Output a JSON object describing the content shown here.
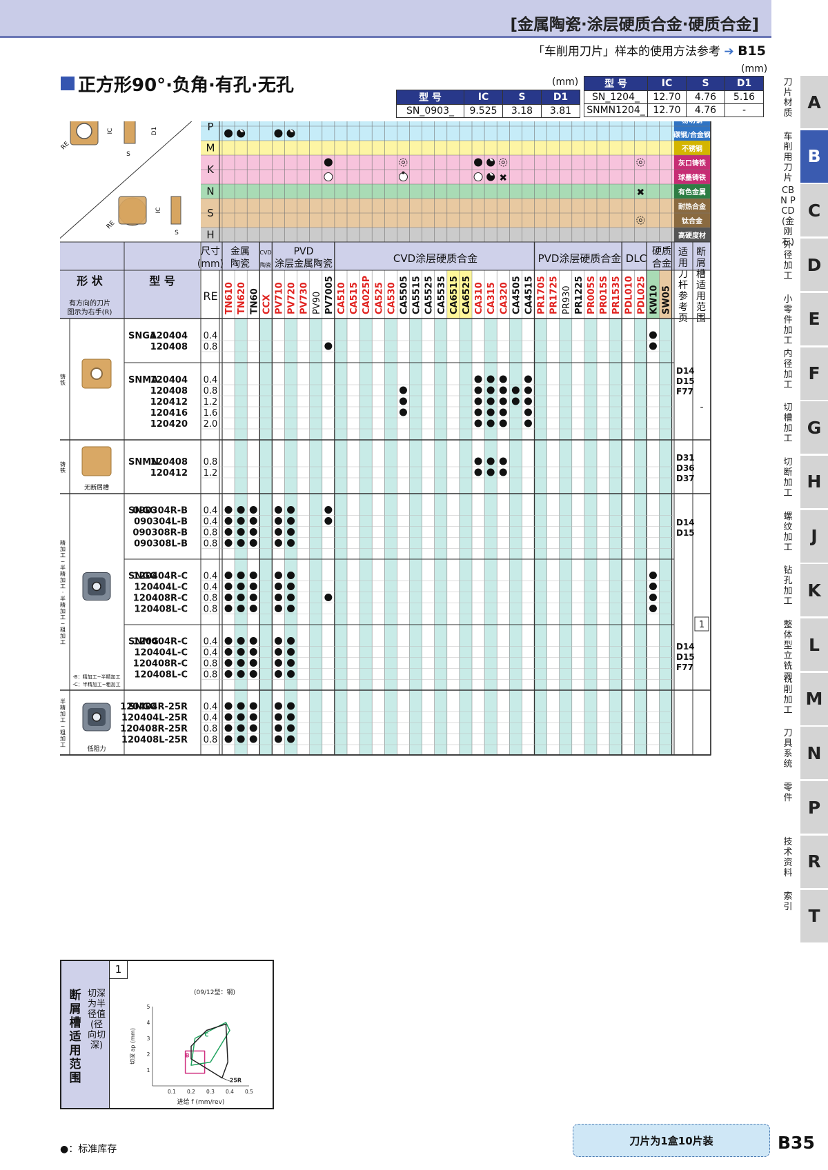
{
  "header": {
    "title": "[金属陶瓷·涂层硬质合金·硬质合金]",
    "ref_text": "「车削用刀片」样本的使用方法参考",
    "ref_page": "B15",
    "mm_label_right": "(mm)",
    "mm_label_left": "(mm)"
  },
  "section_title": "正方形90°·负角·有孔·无孔",
  "spec_tables": {
    "left": {
      "headers": [
        "型 号",
        "IC",
        "S",
        "D1"
      ],
      "rows": [
        [
          "SN_0903_",
          "9.525",
          "3.18",
          "3.81"
        ]
      ]
    },
    "right": {
      "headers": [
        "型 号",
        "IC",
        "S",
        "D1"
      ],
      "rows": [
        [
          "SN_1204_",
          "12.70",
          "4.76",
          "5.16"
        ],
        [
          "SNMN1204_",
          "12.70",
          "4.76",
          "-"
        ]
      ]
    }
  },
  "diagram_labels": {
    "re": "RE",
    "ic": "IC",
    "s": "S",
    "d1": "D1"
  },
  "workpieces": [
    {
      "letter": "P",
      "color": "#c6ecf8",
      "rows": [
        {
          "label": "易切钢"
        },
        {
          "label": "碳钢/合金钢"
        }
      ]
    },
    {
      "letter": "M",
      "color": "#fdf5a4",
      "rows": [
        {
          "label": "不锈钢"
        }
      ]
    },
    {
      "letter": "K",
      "color": "#f7c3dc",
      "rows": [
        {
          "label": "灰口铸铁"
        },
        {
          "label": "球墨铸铁"
        }
      ]
    },
    {
      "letter": "N",
      "color": "#a9dbb5",
      "rows": [
        {
          "label": "有色金属"
        }
      ]
    },
    {
      "letter": "S",
      "color": "#e8c9a1",
      "rows": [
        {
          "label": "耐热合金"
        },
        {
          "label": "钛合金"
        }
      ]
    },
    {
      "letter": "H",
      "color": "#cbcbcb",
      "rows": [
        {
          "label": "高硬度材"
        }
      ]
    }
  ],
  "material_marks": [
    {
      "row": 1,
      "col": 0,
      "m": "dot"
    },
    {
      "row": 1,
      "col": 1,
      "m": "half"
    },
    {
      "row": 1,
      "col": 4,
      "m": "dot"
    },
    {
      "row": 1,
      "col": 5,
      "m": "half"
    },
    {
      "row": 3,
      "col": 8,
      "m": "dot"
    },
    {
      "row": 3,
      "col": 14,
      "m": "gear"
    },
    {
      "row": 3,
      "col": 20,
      "m": "dot"
    },
    {
      "row": 3,
      "col": 21,
      "m": "half"
    },
    {
      "row": 3,
      "col": 22,
      "m": "gear"
    },
    {
      "row": 3,
      "col": 33,
      "m": "gear"
    },
    {
      "row": 4,
      "col": 8,
      "m": "circ"
    },
    {
      "row": 4,
      "col": 14,
      "m": "cring"
    },
    {
      "row": 4,
      "col": 20,
      "m": "circ"
    },
    {
      "row": 4,
      "col": 21,
      "m": "half"
    },
    {
      "row": 4,
      "col": 22,
      "m": "x"
    },
    {
      "row": 5,
      "col": 33,
      "m": "x"
    },
    {
      "row": 7,
      "col": 33,
      "m": "gear"
    }
  ],
  "col_groups": [
    {
      "label": "尺寸 (mm)"
    },
    {
      "label": "金属 陶瓷"
    },
    {
      "label": "CVD 陶瓷"
    },
    {
      "label": "PVD 涂层金属陶瓷"
    },
    {
      "label": "CVD涂层硬质合金"
    },
    {
      "label": "PVD涂层硬质合金"
    },
    {
      "label": "DLC"
    },
    {
      "label": "硬质 合金"
    },
    {
      "label": "适用刀杆参考页"
    },
    {
      "label": "断屑槽适用范围"
    }
  ],
  "grades": [
    {
      "name": "TN610",
      "color": "#e0221f"
    },
    {
      "name": "TN620",
      "color": "#e0221f"
    },
    {
      "name": "TN60",
      "color": "#111111"
    },
    {
      "name": "CCX",
      "color": "#e0221f"
    },
    {
      "name": "PV710",
      "color": "#e0221f"
    },
    {
      "name": "PV720",
      "color": "#e0221f"
    },
    {
      "name": "PV730",
      "color": "#e0221f"
    },
    {
      "name": "PV90",
      "color": "#111111"
    },
    {
      "name": "PV7005",
      "color": "#111111"
    },
    {
      "name": "CA510",
      "color": "#e0221f"
    },
    {
      "name": "CA515",
      "color": "#e0221f"
    },
    {
      "name": "CA025P",
      "color": "#e0221f"
    },
    {
      "name": "CA525",
      "color": "#e0221f"
    },
    {
      "name": "CA530",
      "color": "#e0221f"
    },
    {
      "name": "CA5505",
      "color": "#111111"
    },
    {
      "name": "CA5515",
      "color": "#111111"
    },
    {
      "name": "CA5525",
      "color": "#111111"
    },
    {
      "name": "CA5535",
      "color": "#111111"
    },
    {
      "name": "CA6515",
      "color": "#111111"
    },
    {
      "name": "CA6525",
      "color": "#111111"
    },
    {
      "name": "CA310",
      "color": "#e0221f"
    },
    {
      "name": "CA315",
      "color": "#e0221f"
    },
    {
      "name": "CA320",
      "color": "#e0221f"
    },
    {
      "name": "CA4505",
      "color": "#111111"
    },
    {
      "name": "CA4515",
      "color": "#111111"
    },
    {
      "name": "PR1705",
      "color": "#e0221f"
    },
    {
      "name": "PR1725",
      "color": "#e0221f"
    },
    {
      "name": "PR930",
      "color": "#111111"
    },
    {
      "name": "PR1225",
      "color": "#111111"
    },
    {
      "name": "PR005S",
      "color": "#e0221f"
    },
    {
      "name": "PR015S",
      "color": "#e0221f"
    },
    {
      "name": "PR1535",
      "color": "#e0221f"
    },
    {
      "name": "PDL010",
      "color": "#e0221f"
    },
    {
      "name": "PDL025",
      "color": "#e0221f"
    },
    {
      "name": "KW10",
      "color": "#111111"
    },
    {
      "name": "SW05",
      "color": "#111111"
    }
  ],
  "table_header": {
    "shape": "形 状",
    "shape_note": "有方向的刀片 图示为右手(R)",
    "model": "型 号",
    "re": "RE"
  },
  "groups": [
    {
      "side": "铸铁",
      "image": "gold-hole",
      "caption": "",
      "y0": 462,
      "y1": 638,
      "blocks": [
        {
          "rows": [
            {
              "series": "SNGA",
              "num": "120404",
              "re": "0.4",
              "marks": [
                34
              ]
            },
            {
              "series": "",
              "num": "120408",
              "re": "0.8",
              "marks": [
                8,
                34
              ]
            }
          ],
          "ref": ""
        },
        {
          "rows": [
            {
              "series": "SNMA",
              "num": "120404",
              "re": "0.4",
              "marks": [
                20,
                21,
                22,
                24
              ]
            },
            {
              "series": "",
              "num": "120408",
              "re": "0.8",
              "marks": [
                14,
                20,
                21,
                22,
                23,
                24
              ]
            },
            {
              "series": "",
              "num": "120412",
              "re": "1.2",
              "marks": [
                14,
                20,
                21,
                22,
                23,
                24
              ]
            },
            {
              "series": "",
              "num": "120416",
              "re": "1.6",
              "marks": [
                14,
                20,
                21,
                22,
                24
              ]
            },
            {
              "series": "",
              "num": "120420",
              "re": "2.0",
              "marks": [
                20,
                21,
                22,
                24
              ]
            }
          ],
          "ref": ""
        }
      ]
    },
    {
      "side": "铸铁",
      "image": "gold-plain",
      "caption": "无断屑槽",
      "y0": 638,
      "y1": 716,
      "blocks": [
        {
          "rows": [
            {
              "series": "SNMN",
              "num": "120408",
              "re": "0.8",
              "marks": [
                20,
                21,
                22
              ]
            },
            {
              "series": "",
              "num": "120412",
              "re": "1.2",
              "marks": [
                20,
                21,
                22
              ]
            }
          ],
          "ref": ""
        }
      ]
    },
    {
      "side": "精加工~半精加工·半精加工~粗加工",
      "image": "gray-hole",
      "caption": "-B：精加工~半精加工 -C：半精加工~粗加工",
      "y0": 716,
      "y1": 1001,
      "blocks": [
        {
          "rows": [
            {
              "series": "SNGG",
              "num": "090304R-B",
              "re": "0.4",
              "marks": [
                0,
                1,
                2,
                4,
                5,
                8
              ]
            },
            {
              "series": "",
              "num": "090304L-B",
              "re": "0.4",
              "marks": [
                0,
                1,
                2,
                4,
                5,
                8
              ]
            },
            {
              "series": "",
              "num": "090308R-B",
              "re": "0.8",
              "marks": [
                0,
                1,
                2,
                4,
                5
              ]
            },
            {
              "series": "",
              "num": "090308L-B",
              "re": "0.8",
              "marks": [
                0,
                1,
                2,
                4,
                5
              ]
            }
          ],
          "ref": "D14 D15"
        },
        {
          "rows": [
            {
              "series": "SNGG",
              "num": "120404R-C",
              "re": "0.4",
              "marks": [
                0,
                1,
                2,
                4,
                5,
                34
              ]
            },
            {
              "series": "",
              "num": "120404L-C",
              "re": "0.4",
              "marks": [
                0,
                1,
                2,
                4,
                5,
                34
              ]
            },
            {
              "series": "",
              "num": "120408R-C",
              "re": "0.8",
              "marks": [
                0,
                1,
                2,
                4,
                5,
                8,
                34
              ]
            },
            {
              "series": "",
              "num": "120408L-C",
              "re": "0.8",
              "marks": [
                0,
                1,
                2,
                4,
                5,
                34
              ]
            }
          ],
          "ref": ""
        },
        {
          "rows": [
            {
              "series": "SNMG",
              "num": "120404R-C",
              "re": "0.4",
              "marks": [
                0,
                1,
                2,
                4,
                5
              ]
            },
            {
              "series": "",
              "num": "120404L-C",
              "re": "0.4",
              "marks": [
                0,
                1,
                2,
                4,
                5
              ]
            },
            {
              "series": "",
              "num": "120408R-C",
              "re": "0.8",
              "marks": [
                0,
                1,
                2,
                4,
                5
              ]
            },
            {
              "series": "",
              "num": "120408L-C",
              "re": "0.8",
              "marks": [
                0,
                1,
                2,
                4,
                5
              ]
            }
          ],
          "ref": ""
        }
      ]
    },
    {
      "side": "半精加工~粗加工",
      "image": "gray-hole",
      "caption": "低阻力",
      "y0": 1001,
      "y1": 1095,
      "blocks": [
        {
          "rows": [
            {
              "series": "SNGG",
              "num": "120404R-25R",
              "re": "0.4",
              "marks": [
                0,
                1,
                2,
                4,
                5
              ]
            },
            {
              "series": "",
              "num": "120404L-25R",
              "re": "0.4",
              "marks": [
                0,
                1,
                2,
                4,
                5
              ]
            },
            {
              "series": "",
              "num": "120408R-25R",
              "re": "0.8",
              "marks": [
                0,
                1,
                2,
                4,
                5
              ]
            },
            {
              "series": "",
              "num": "120408L-25R",
              "re": "0.8",
              "marks": [
                0,
                1,
                2,
                4,
                5
              ]
            }
          ],
          "ref": ""
        }
      ]
    }
  ],
  "ref_cells": [
    {
      "text": "D14 D15 F77",
      "y": 530
    },
    {
      "text": "D31 D36 D37",
      "y": 656
    },
    {
      "text": "D14 D15",
      "y": 750
    },
    {
      "text": "D14 D15 F77",
      "y": 930
    }
  ],
  "chipbreaker_cells": [
    {
      "text": "-",
      "y": 590
    },
    {
      "text": "1",
      "y": 905
    }
  ],
  "image_captions": [
    "无断屑槽"
  ],
  "sidebar": [
    {
      "letter": "A",
      "label": "刀片材质",
      "active": false
    },
    {
      "letter": "B",
      "label": "车削用刀片",
      "active": true
    },
    {
      "letter": "C",
      "label": "CBN PCD(金刚石)",
      "active": false
    },
    {
      "letter": "D",
      "label": "外径加工",
      "active": false
    },
    {
      "letter": "E",
      "label": "小零件加工",
      "active": false
    },
    {
      "letter": "F",
      "label": "内径加工",
      "active": false
    },
    {
      "letter": "G",
      "label": "切槽加工",
      "active": false
    },
    {
      "letter": "H",
      "label": "切断加工",
      "active": false
    },
    {
      "letter": "J",
      "label": "螺纹加工",
      "active": false
    },
    {
      "letter": "K",
      "label": "钻孔加工",
      "active": false
    },
    {
      "letter": "L",
      "label": "整体型立铣刀",
      "active": false
    },
    {
      "letter": "M",
      "label": "铣削加工",
      "active": false
    },
    {
      "letter": "N",
      "label": "刀具系统",
      "active": false
    },
    {
      "letter": "P",
      "label": "零件",
      "active": false
    },
    {
      "letter": "R",
      "label": "技术资料",
      "active": false
    },
    {
      "letter": "T",
      "label": "索引",
      "active": false
    }
  ],
  "inset": {
    "title": "断屑槽适用范围",
    "subtitle": "切深为半径值(径向切深)",
    "num": "1",
    "chart_data": {
      "type": "area",
      "title": "(09/12型：钢)",
      "xlabel": "进给 f (mm/rev)",
      "ylabel": "切深 ap (mm)",
      "xticks": [
        "0.1",
        "0.2",
        "0.3",
        "0.4",
        "0.5"
      ],
      "yticks": [
        "1",
        "2",
        "3",
        "4",
        "5"
      ],
      "xlim": [
        0,
        0.5
      ],
      "ylim": [
        0,
        5
      ],
      "series": [
        {
          "name": "B",
          "color": "#d03080",
          "x": [
            0.17,
            0.27,
            0.27,
            0.17
          ],
          "y": [
            0.8,
            0.8,
            2.2,
            2.2
          ]
        },
        {
          "name": "C",
          "color": "#21a35f",
          "x": [
            0.2,
            0.3,
            0.4,
            0.38,
            0.22
          ],
          "y": [
            1.3,
            1.5,
            3.5,
            4.0,
            3.0
          ]
        },
        {
          "name": "25R",
          "color": "#222222",
          "x": [
            0.2,
            0.36,
            0.39,
            0.38,
            0.28,
            0.2
          ],
          "y": [
            1.7,
            0.5,
            1.5,
            3.9,
            3.5,
            2.5
          ]
        }
      ]
    }
  },
  "footer": {
    "standard_stock": "●：标准库存",
    "pack": "刀片为1盒10片装",
    "page": "B35"
  }
}
